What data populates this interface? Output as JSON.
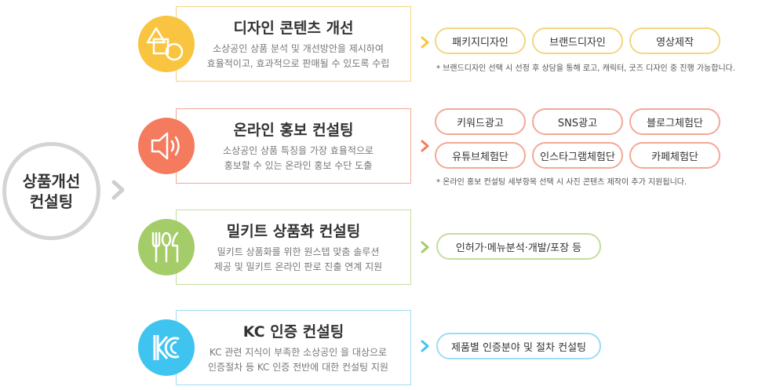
{
  "hub": {
    "line1": "상품개선",
    "line2": "컨설팅",
    "icon": "chevron-right-icon"
  },
  "colors": {
    "yellow": "#f9c440",
    "orange": "#f47b5e",
    "green": "#a4cc68",
    "blue": "#3fc4f0",
    "hub_border": "#d4d4d4"
  },
  "services": [
    {
      "title": "디자인 콘텐츠 개선",
      "desc1": "소상공인 상품 분석 및 개선방안을 제시하여",
      "desc2": "효율적이고, 효과적으로 판매될 수 있도록 수립",
      "icon": "shapes-icon",
      "tags": [
        "패키지디자인",
        "브랜드디자인",
        "영상제작"
      ],
      "note": "* 브랜드디자인 선택 시 선정 후 상담을 통해 로고, 캐릭터, 굿즈 디자인 중 진행 가능합니다."
    },
    {
      "title": "온라인 홍보 컨설팅",
      "desc1": "소상공인 상품 특징을 가장 효율적으로",
      "desc2": "홍보할 수 있는 온라인 홍보 수단 도출",
      "icon": "speaker-icon",
      "tags": [
        "키워드광고",
        "SNS광고",
        "블로그체험단",
        "유튜브체험단",
        "인스타그램체험단",
        "카페체험단"
      ],
      "note": "* 온라인 홍보 컨설팅 세부항목 선택 시 사진 콘텐츠 제작이 추가 지원됩니다."
    },
    {
      "title": "밀키트 상품화 컨설팅",
      "desc1": "밀키트 상품화를 위한 원스텝 맞춤 솔루션",
      "desc2": "제공 및 밀키트 온라인 판로 진출 연계 지원",
      "icon": "cutlery-icon",
      "tags": [
        "인허가·메뉴분석·개발/포장 등"
      ]
    },
    {
      "title": "KC 인증 컨설팅",
      "desc1": "KC 관련 지식이 부족한 소상공인 을 대상으로",
      "desc2": "인증절차 등 KC 인증 전반에 대한 컨설팅 지원",
      "icon": "kc-mark-icon",
      "tags": [
        "제품별 인증분야 및 절차 컨설팅"
      ]
    }
  ]
}
